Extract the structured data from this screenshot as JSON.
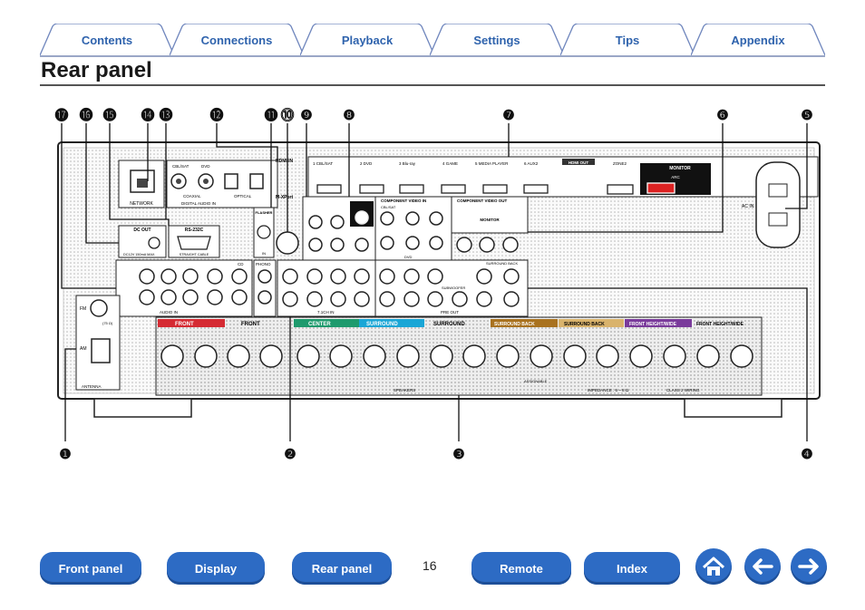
{
  "tabs": [
    {
      "label": "Contents"
    },
    {
      "label": "Connections"
    },
    {
      "label": "Playback"
    },
    {
      "label": "Settings"
    },
    {
      "label": "Tips"
    },
    {
      "label": "Appendix"
    }
  ],
  "page_title": "Rear panel",
  "callouts": [
    "⓱",
    "⓰",
    "⓯",
    "⓮",
    "⓭",
    "⓬",
    "⓫",
    "⓾",
    "❾",
    "❽",
    "❼",
    "❻",
    "❺",
    "❶",
    "❷",
    "❸",
    "❹"
  ],
  "panel": {
    "network": "NETWORK",
    "coaxial": "COAXIAL",
    "optical": "OPTICAL",
    "digital_audio_in": "DIGITAL AUDIO IN",
    "cbl_sat": "CBL/SAT",
    "dvd": "DVD",
    "dc_out": "DC OUT",
    "dc_spec": "DC12V 150mA MAX.",
    "rs232c": "RS-232C",
    "straight_cable": "STRAIGHT CABLE",
    "flasher_in": "FLASHER",
    "in": "IN",
    "multport": "M-XPort",
    "hdmi_in": "HDMI IN",
    "hdmi_inputs": [
      "1 CBL/SAT",
      "2 DVD",
      "3 Blu-ray",
      "4 GAME",
      "5 MEDIA PLAYER",
      "6 AUX2"
    ],
    "hdmi_out": "HDMI OUT",
    "zone2": "ZONE2",
    "monitor": "MONITOR",
    "arc": "ARC",
    "ac_in": "AC IN",
    "component_video_in": "COMPONENT VIDEO IN",
    "component_video_out": "COMPONENT VIDEO OUT",
    "audio_in": "AUDIO IN",
    "phono": "PHONO",
    "cd": "CD",
    "ch71_in": "7.1CH IN",
    "preout": "PRE OUT",
    "subwoofer": "SUBWOOFER",
    "surround_back": "SURROUND BACK",
    "antenna": "ANTENNA",
    "fm": "FM",
    "fm_ohm": "(75 Ω)",
    "am": "AM",
    "speakers": "SPEAKERS",
    "impedance": "IMPEDANCE : 6 ~ 8 Ω",
    "class2": "CLASS 2 WIRING",
    "assignable": "ASSIGNABLE",
    "speaker_blocks": [
      {
        "label": "FRONT",
        "color": "#d52b33"
      },
      {
        "label": "FRONT",
        "color": "#ffffff"
      },
      {
        "label": "CENTER",
        "color": "#1e9a6d"
      },
      {
        "label": "SURROUND",
        "color": "#1aa6d6"
      },
      {
        "label": "SURROUND",
        "color": "#ffffff"
      },
      {
        "label": "SURROUND BACK",
        "color": "#a9721f"
      },
      {
        "label": "SURROUND BACK",
        "color": "#d9b36c"
      },
      {
        "label": "FRONT HEIGHT/WIDE",
        "color": "#7a3b9b"
      },
      {
        "label": "FRONT HEIGHT/WIDE",
        "color": "#ffffff"
      }
    ]
  },
  "page_number": "16",
  "nav": [
    {
      "label": "Front panel"
    },
    {
      "label": "Display"
    },
    {
      "label": "Rear panel"
    },
    {
      "label": "Remote"
    },
    {
      "label": "Index"
    }
  ],
  "colors": {
    "accent": "#2d6bc4",
    "tab_text": "#2f63ad"
  }
}
